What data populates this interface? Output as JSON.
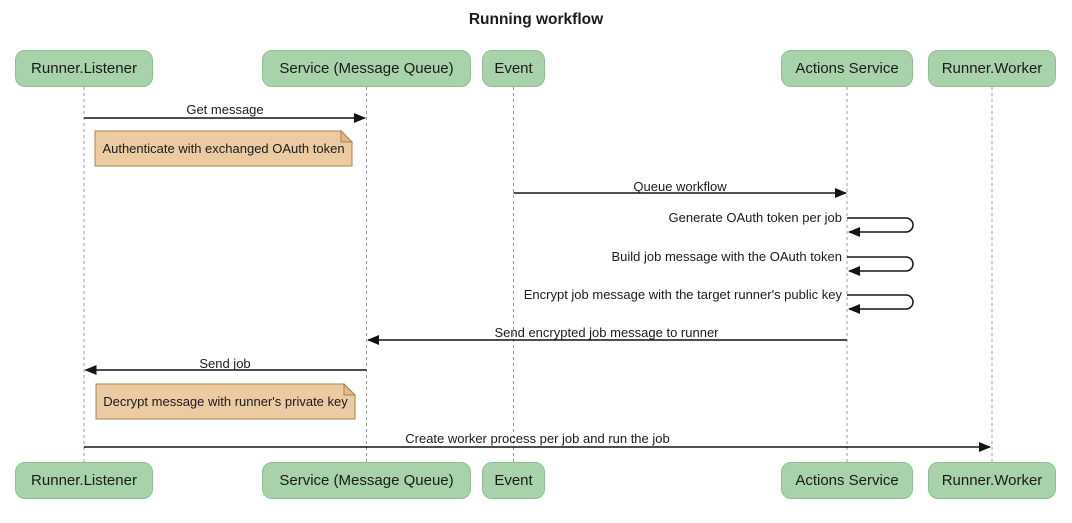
{
  "title": "Running workflow",
  "colors": {
    "actor_fill": "#a7d2aa",
    "actor_border": "#8fbe96",
    "note_fill": "#eccba3",
    "note_border": "#a98548",
    "arrow_line": "#141414",
    "lifeline": "#9c9c9c"
  },
  "participants": [
    {
      "name": "Runner.Listener"
    },
    {
      "name": "Service (Message Queue)"
    },
    {
      "name": "Event"
    },
    {
      "name": "Actions Service"
    },
    {
      "name": "Runner.Worker"
    }
  ],
  "messages": [
    {
      "label": "Get message",
      "from": "Runner.Listener",
      "to": "Service (Message Queue)",
      "type": "solid"
    },
    {
      "label": "Queue workflow",
      "from": "Event",
      "to": "Actions Service",
      "type": "solid"
    },
    {
      "label": "Generate OAuth token per job",
      "from": "Actions Service",
      "to": "Actions Service",
      "type": "self"
    },
    {
      "label": "Build job message with the OAuth token",
      "from": "Actions Service",
      "to": "Actions Service",
      "type": "self"
    },
    {
      "label": "Encrypt job message with the target runner's public key",
      "from": "Actions Service",
      "to": "Actions Service",
      "type": "self"
    },
    {
      "label": "Send encrypted job message to runner",
      "from": "Actions Service",
      "to": "Service (Message Queue)",
      "type": "solid"
    },
    {
      "label": "Send job",
      "from": "Service (Message Queue)",
      "to": "Runner.Listener",
      "type": "solid"
    },
    {
      "label": "Create worker process per job and run the job",
      "from": "Runner.Listener",
      "to": "Runner.Worker",
      "type": "solid"
    }
  ],
  "notes": [
    {
      "text": "Authenticate with exchanged OAuth token",
      "over": "Runner.Listener"
    },
    {
      "text": "Decrypt message with runner's private key",
      "over": "Runner.Listener"
    }
  ]
}
